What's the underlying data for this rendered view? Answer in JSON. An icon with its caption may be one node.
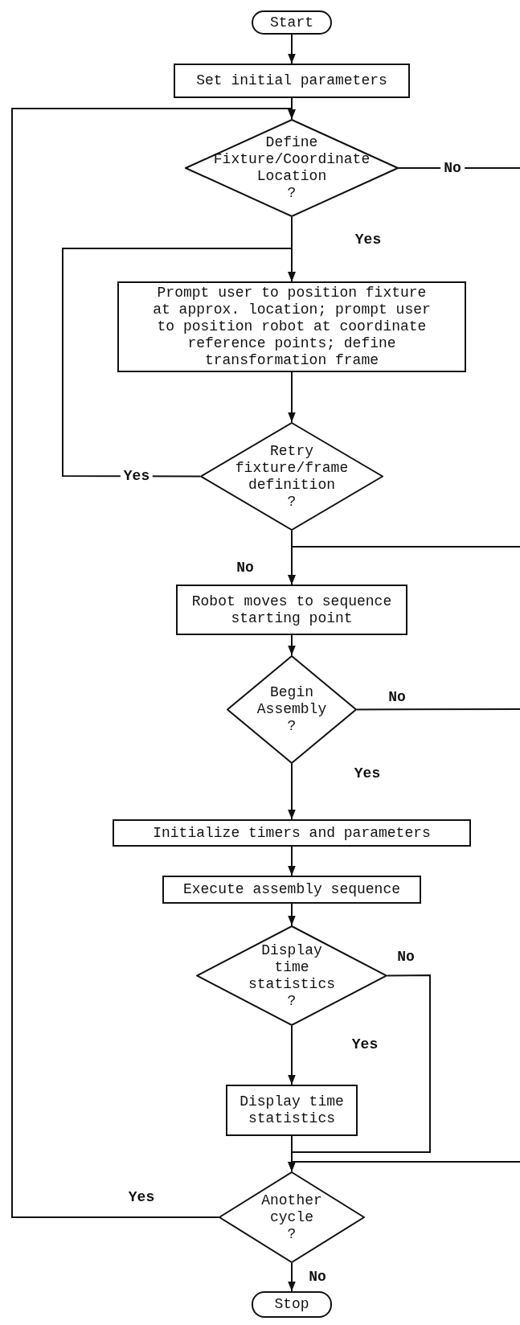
{
  "diagram": {
    "nodes": [
      {
        "text": [
          "Start"
        ]
      },
      {
        "text": [
          "Set initial parameters"
        ]
      },
      {
        "text": [
          "Define Fixture/Coordinate Location",
          "?"
        ]
      },
      {
        "text": [
          "Prompt user to position fixture at approx. location; prompt user to position robot at coordinate reference points; define transformation frame"
        ]
      },
      {
        "text": [
          "Retry fixture/frame definition",
          "?"
        ]
      },
      {
        "text": [
          "Robot moves to sequence starting point"
        ]
      },
      {
        "text": [
          "Begin Assembly",
          "?"
        ]
      },
      {
        "text": [
          "Initialize timers and parameters"
        ]
      },
      {
        "text": [
          "Execute assembly sequence"
        ]
      },
      {
        "text": [
          "Display time statistics",
          "?"
        ]
      },
      {
        "text": [
          "Display time statistics"
        ]
      },
      {
        "text": [
          "Another cycle",
          "?"
        ]
      },
      {
        "text": [
          "Stop"
        ]
      }
    ],
    "edges": [
      {
        "from": 0,
        "to": 1,
        "arrow": "to"
      },
      {
        "from": 1,
        "to": 2,
        "arrow": "to"
      },
      {
        "from": 2,
        "to": 3,
        "arrow": "to",
        "label": "Yes"
      },
      {
        "from": 3,
        "to": 4,
        "arrow": "to"
      },
      {
        "from": 4,
        "to": 3,
        "arrow": "to",
        "label": "Yes"
      },
      {
        "from": 4,
        "to": 5,
        "arrow": "to",
        "label": "No"
      },
      {
        "from": 5,
        "to": 6,
        "arrow": "to"
      },
      {
        "from": 6,
        "to": 7,
        "arrow": "to",
        "label": "Yes"
      },
      {
        "from": 7,
        "to": 8,
        "arrow": "to"
      },
      {
        "from": 8,
        "to": 9,
        "arrow": "to"
      },
      {
        "from": 9,
        "to": 10,
        "arrow": "to",
        "label": "Yes"
      },
      {
        "from": 10,
        "to": 11,
        "arrow": "to"
      },
      {
        "from": 9,
        "to": 11,
        "arrow": "to",
        "label": "No"
      },
      {
        "from": 11,
        "to": 2,
        "arrow": "to",
        "label": "Yes"
      },
      {
        "from": 11,
        "to": 12,
        "arrow": "to",
        "label": "No"
      },
      {
        "from": 2,
        "to": null,
        "arrow": "none",
        "label": "No"
      },
      {
        "from": null,
        "to": 5,
        "arrow": "to"
      },
      {
        "from": 6,
        "to": null,
        "arrow": "none",
        "label": "No"
      },
      {
        "from": null,
        "to": 11,
        "arrow": "to"
      }
    ]
  }
}
